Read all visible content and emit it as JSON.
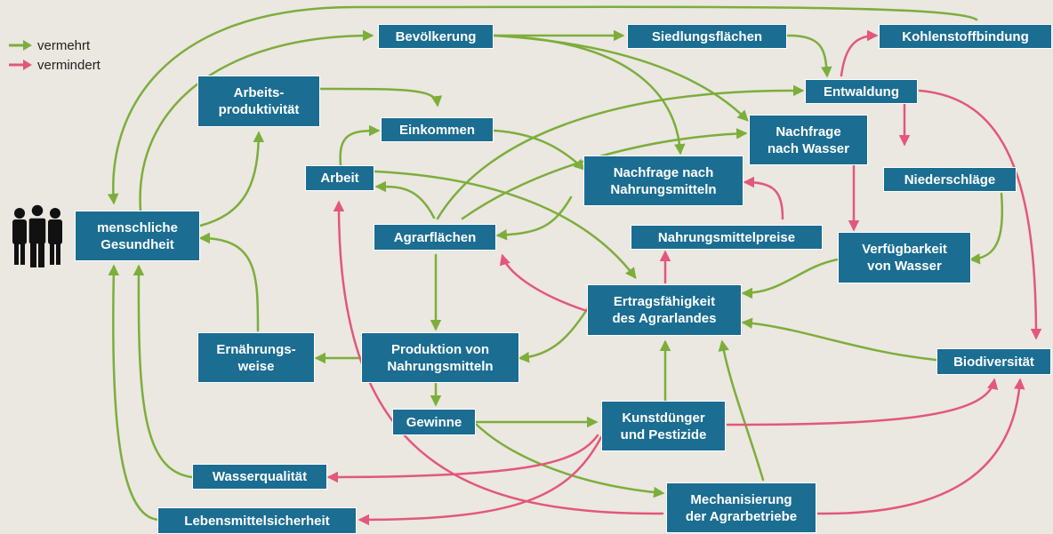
{
  "legend": {
    "increase": "vermehrt",
    "decrease": "vermindert"
  },
  "colors": {
    "increase": "#7cae3a",
    "decrease": "#e2587a",
    "node_bg": "#1b6d92",
    "background": "#ebe7e1"
  },
  "icons": {
    "people": "group-of-people-icon"
  },
  "nodes": {
    "bevoelkerung": "Bevölkerung",
    "siedlungsflaechen": "Siedlungsflächen",
    "kohlenstoffbindung": "Kohlenstoffbindung",
    "arbeitsproduktivitaet": "Arbeits-\nproduktivität",
    "entwaldung": "Entwaldung",
    "einkommen": "Einkommen",
    "nachfrage_wasser": "Nachfrage\nnach Wasser",
    "arbeit": "Arbeit",
    "nachfrage_nahrung": "Nachfrage nach\nNahrungsmitteln",
    "niederschlaege": "Niederschläge",
    "gesundheit": "menschliche\nGesundheit",
    "agrarflaechen": "Agrarflächen",
    "nahrungsmittelpreise": "Nahrungsmittelpreise",
    "verfuegbarkeit_wasser": "Verfügbarkeit\nvon Wasser",
    "ertragsfaehigkeit": "Ertragsfähigkeit\ndes Agrarlandes",
    "ernaehrungsweise": "Ernährungs-\nweise",
    "produktion": "Produktion von\nNahrungsmitteln",
    "biodiversitaet": "Biodiversität",
    "gewinne": "Gewinne",
    "kunstduenger": "Kunstdünger\nund Pestizide",
    "wasserqualitaet": "Wasserqualität",
    "mechanisierung": "Mechanisierung\nder Agrarbetriebe",
    "lebensmittelsicherheit": "Lebensmittelsicherheit"
  }
}
